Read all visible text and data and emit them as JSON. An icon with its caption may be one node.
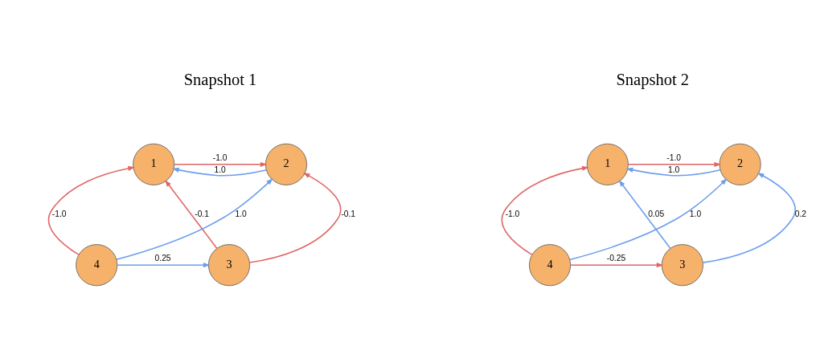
{
  "diagram": {
    "nodes": [
      {
        "text": [
          "1"
        ]
      },
      {
        "text": [
          "2"
        ]
      },
      {
        "text": [
          "4"
        ]
      },
      {
        "text": [
          "3"
        ]
      },
      {
        "text": [
          "1"
        ]
      },
      {
        "text": [
          "2"
        ]
      },
      {
        "text": [
          "4"
        ]
      },
      {
        "text": [
          "3"
        ]
      }
    ],
    "edges": [
      {
        "from": 1,
        "to": 0,
        "arrow": "to",
        "label": "1.0",
        "color": "#6d9eeb"
      },
      {
        "from": 0,
        "to": 1,
        "arrow": "to",
        "label": "-1.0",
        "color": "#e06666"
      },
      {
        "from": 2,
        "to": 0,
        "arrow": "to",
        "label": "-1.0",
        "color": "#e06666"
      },
      {
        "from": 3,
        "to": 0,
        "arrow": "to",
        "label": "-0.1",
        "color": "#e06666"
      },
      {
        "from": 2,
        "to": 1,
        "arrow": "to",
        "label": "1.0",
        "color": "#6d9eeb"
      },
      {
        "from": 3,
        "to": 1,
        "arrow": "to",
        "label": "-0.1",
        "color": "#e06666"
      },
      {
        "from": 2,
        "to": 3,
        "arrow": "to",
        "label": "0.25",
        "color": "#6d9eeb"
      },
      {
        "from": 5,
        "to": 4,
        "arrow": "to",
        "label": "1.0",
        "color": "#6d9eeb"
      },
      {
        "from": 4,
        "to": 5,
        "arrow": "to",
        "label": "-1.0",
        "color": "#e06666"
      },
      {
        "from": 6,
        "to": 4,
        "arrow": "to",
        "label": "-1.0",
        "color": "#e06666"
      },
      {
        "from": 7,
        "to": 4,
        "arrow": "to",
        "label": "0.05",
        "color": "#6d9eeb"
      },
      {
        "from": 6,
        "to": 5,
        "arrow": "to",
        "label": "1.0",
        "color": "#6d9eeb"
      },
      {
        "from": 7,
        "to": 5,
        "arrow": "to",
        "label": "0.2",
        "color": "#6d9eeb"
      },
      {
        "from": 6,
        "to": 7,
        "arrow": "to",
        "label": "-0.25",
        "color": "#e06666"
      }
    ],
    "labels": [
      "Snapshot 1",
      "Snapshot 2"
    ]
  }
}
